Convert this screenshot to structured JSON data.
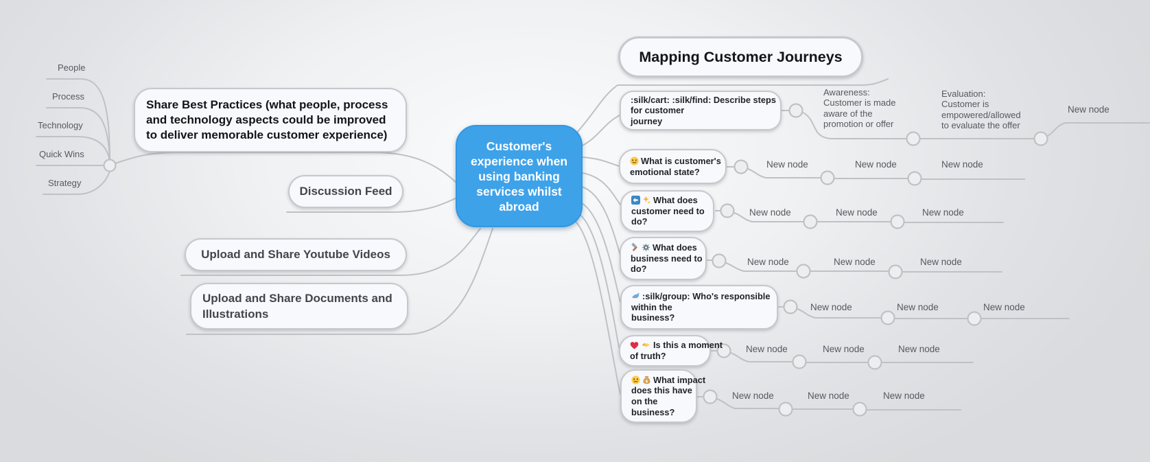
{
  "app": {
    "type": "mind-map",
    "title": "Customer experience mind map"
  },
  "colors": {
    "accent_blue": "#3EA2E9",
    "connector_line": "#bfc1c5",
    "node_fill": "#f7f9fc",
    "node_border": "#c6c8cc",
    "muted_text": "#55595f",
    "dark_text": "#1f2226"
  },
  "central_node": {
    "lines": [
      "Customer's",
      "experience when",
      "using banking",
      "services whilst",
      "abroad"
    ]
  },
  "left_branch": {
    "labels": [
      "People",
      "Process",
      "Technology",
      "Quick Wins",
      "Strategy"
    ],
    "share_best_practices": {
      "lines": [
        "Share Best Practices (what people, process",
        "and technology aspects could be improved",
        "to deliver memorable customer experience)"
      ]
    },
    "discussion_feed": {
      "label": "Discussion Feed"
    },
    "youtube": {
      "label": "Upload and Share Youtube Videos"
    },
    "documents": {
      "lines": [
        "Upload and Share Documents and",
        "Illustrations"
      ]
    }
  },
  "right_branch": {
    "mapping": {
      "label": "Mapping Customer Journeys"
    },
    "describe_steps": {
      "lines": [
        ":silk/cart: :silk/find: Describe steps",
        "for customer",
        "journey"
      ]
    },
    "awareness": {
      "lines": [
        "Awareness:",
        "Customer is made",
        "aware of the",
        "promotion or offer"
      ]
    },
    "evaluation": {
      "lines": [
        "Evaluation:",
        "Customer is",
        "empowered/allowed",
        "to evaluate the offer"
      ]
    },
    "new_node_label": "New node",
    "emotional": {
      "icons": [
        "neutral-face"
      ],
      "lines": [
        "What is customer's",
        "emotional state?"
      ]
    },
    "customer_need": {
      "icons": [
        "left-arrow",
        "sparkles"
      ],
      "lines": [
        "What does",
        "customer need to",
        "do?"
      ]
    },
    "business_need": {
      "icons": [
        "hammer",
        "gear"
      ],
      "lines": [
        "What does",
        "business need to",
        "do?"
      ]
    },
    "responsible": {
      "icons": [
        "dove"
      ],
      "lines": [
        ":silk/group: Who's responsible",
        "within the",
        "business?"
      ]
    },
    "moment_of_truth": {
      "icons": [
        "red-heart",
        "handshake"
      ],
      "lines": [
        "Is this a moment",
        "of truth?"
      ]
    },
    "impact": {
      "icons": [
        "neutral-face",
        "money-bag"
      ],
      "lines": [
        "What impact",
        "does this have",
        "on the",
        "business?"
      ]
    }
  }
}
